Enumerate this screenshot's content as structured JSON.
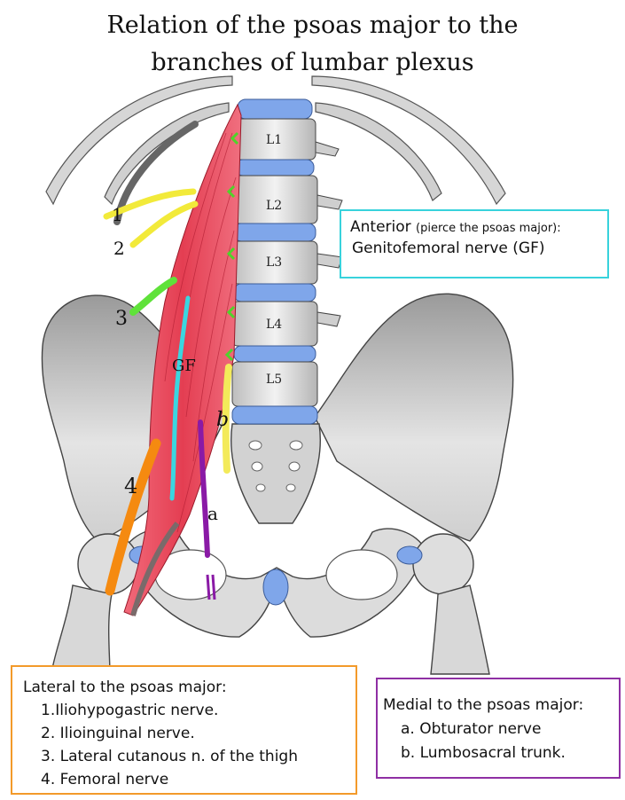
{
  "title": {
    "line1": "Relation of the psoas major to the",
    "line2": "branches of lumbar plexus"
  },
  "vertebrae": [
    "L1",
    "L2",
    "L3",
    "L4",
    "L5"
  ],
  "labels": {
    "n1": "1",
    "n2": "2",
    "n3": "3",
    "n4": "4",
    "gf": "GF",
    "a": "a",
    "b": "b"
  },
  "anterior_box": {
    "heading": "Anterior",
    "heading_note": "(pierce the psoas major):",
    "item": "Genitofemoral nerve (GF)"
  },
  "lateral_box": {
    "heading": "Lateral to the psoas major:",
    "items": [
      "1.Iliohypogastric nerve.",
      "2. Ilioinguinal nerve.",
      "3. Lateral cutanous n. of the thigh",
      "4. Femoral nerve"
    ]
  },
  "medial_box": {
    "heading": "Medial to the psoas major:",
    "items": [
      "a. Obturator nerve",
      "b. Lumbosacral trunk."
    ]
  },
  "colors": {
    "disc": "#7fa6ea",
    "psoas": "#e8485a",
    "nerve_1_2": "#f2ea3a",
    "nerve_3": "#5fe23a",
    "nerve_4": "#f58a10",
    "genitofemoral": "#3ad6e0",
    "obturator": "#8a1aa6",
    "lumbosacral": "#f3ea5a",
    "anterior_border": "#38d2dc",
    "lateral_border": "#f39a2a",
    "medial_border": "#8f2fa4"
  }
}
